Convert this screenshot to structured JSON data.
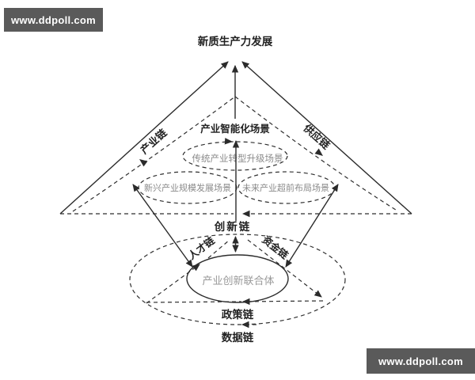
{
  "watermark": {
    "text": "www.ddpoll.com"
  },
  "diagram": {
    "title": "新质生产力发展",
    "scenarios": {
      "intelligent": "产业智能化场景",
      "traditional": "传统产业转型升级场景",
      "emerging": "新兴产业规模发展场景",
      "future": "未来产业超前布局场景"
    },
    "chains": {
      "industry": "产业链",
      "supply": "供应链",
      "innovation": "创新链",
      "talent": "人才链",
      "capital": "资金链",
      "policy": "政策链",
      "data": "数据链"
    },
    "consortium": "产业创新联合体"
  },
  "colors": {
    "line": "#2b2b2b",
    "label_gray": "#8b8b8b",
    "watermark_bg": "#5a5a5a"
  }
}
